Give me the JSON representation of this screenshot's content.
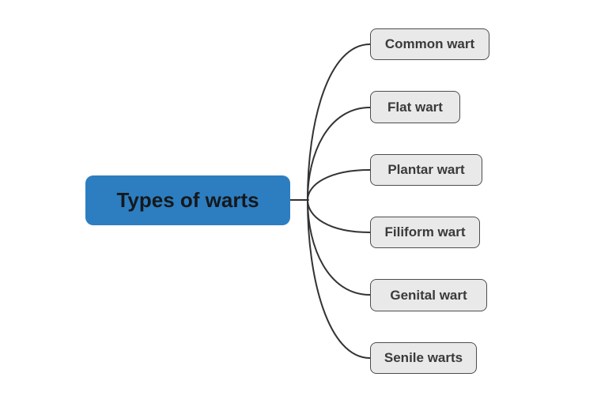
{
  "diagram": {
    "type": "mindmap",
    "background_color": "#ffffff",
    "edge_color": "#333333",
    "root": {
      "label": "Types of warts",
      "fill": "#2d7ec0",
      "text_color": "#15181c"
    },
    "child_style": {
      "fill": "#e9e9e9",
      "border_color": "#4d4d4d",
      "text_color": "#3a3a3a"
    },
    "children": [
      {
        "label": "Common wart"
      },
      {
        "label": "Flat wart"
      },
      {
        "label": "Plantar wart"
      },
      {
        "label": "Filiform wart"
      },
      {
        "label": "Genital wart"
      },
      {
        "label": "Senile warts"
      }
    ]
  }
}
